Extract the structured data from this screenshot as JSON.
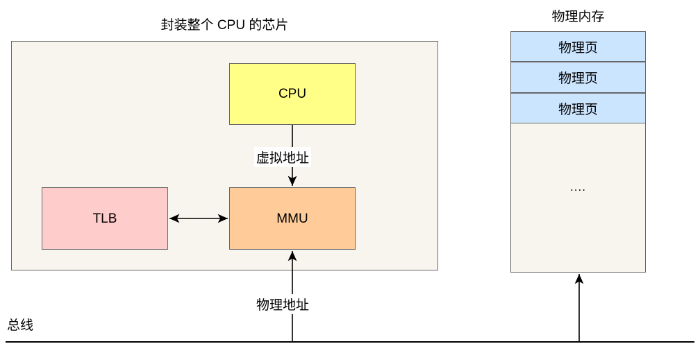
{
  "diagram": {
    "type": "block-diagram",
    "background": "#ffffff",
    "chip": {
      "title": "封装整个 CPU 的芯片",
      "fill": "#f7f5ed",
      "stroke": "#666666",
      "blocks": [
        {
          "id": "cpu",
          "label": "CPU",
          "fill": "#ffff88"
        },
        {
          "id": "tlb",
          "label": "TLB",
          "fill": "#ffcccc"
        },
        {
          "id": "mmu",
          "label": "MMU",
          "fill": "#ffcc99"
        }
      ]
    },
    "memory": {
      "title": "物理内存",
      "fill": "#f7f5ed",
      "stroke": "#666666",
      "page_fill": "#cce5ff",
      "pages": [
        {
          "label": "物理页"
        },
        {
          "label": "物理页"
        },
        {
          "label": "物理页"
        }
      ],
      "ellipsis": "...."
    },
    "edges": [
      {
        "id": "cpu-to-mmu",
        "label": "虚拟地址",
        "from": "cpu",
        "to": "mmu",
        "arrow": "single-down"
      },
      {
        "id": "tlb-mmu",
        "label": "",
        "from": "tlb",
        "to": "mmu",
        "arrow": "double"
      },
      {
        "id": "bus-to-mmu",
        "label": "物理地址",
        "from": "bus",
        "to": "mmu",
        "arrow": "single-up"
      },
      {
        "id": "bus-to-memory",
        "label": "",
        "from": "bus",
        "to": "memory",
        "arrow": "single-up"
      }
    ],
    "bus": {
      "label": "总线",
      "stroke": "#000000"
    }
  }
}
